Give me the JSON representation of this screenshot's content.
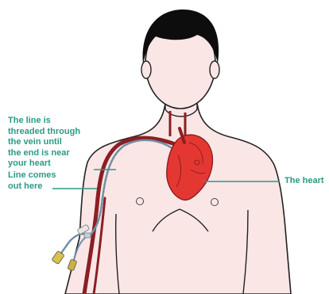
{
  "labels": {
    "threaded": [
      "The line is",
      "threaded through",
      "the vein until",
      "the end is near",
      "your heart"
    ],
    "comes_out": [
      "Line comes",
      "out here"
    ],
    "heart": "The heart"
  },
  "colors": {
    "skin": "#fbe6e6",
    "outline": "#222222",
    "hair": "#0d0d0d",
    "heart": "#e53731",
    "vein": "#8a1f24",
    "catheter": "#6f8fa7",
    "label_text": "#2b9a86"
  },
  "icons": [
    "person-figure",
    "heart-icon",
    "catheter-line-icon",
    "connector-icon"
  ]
}
